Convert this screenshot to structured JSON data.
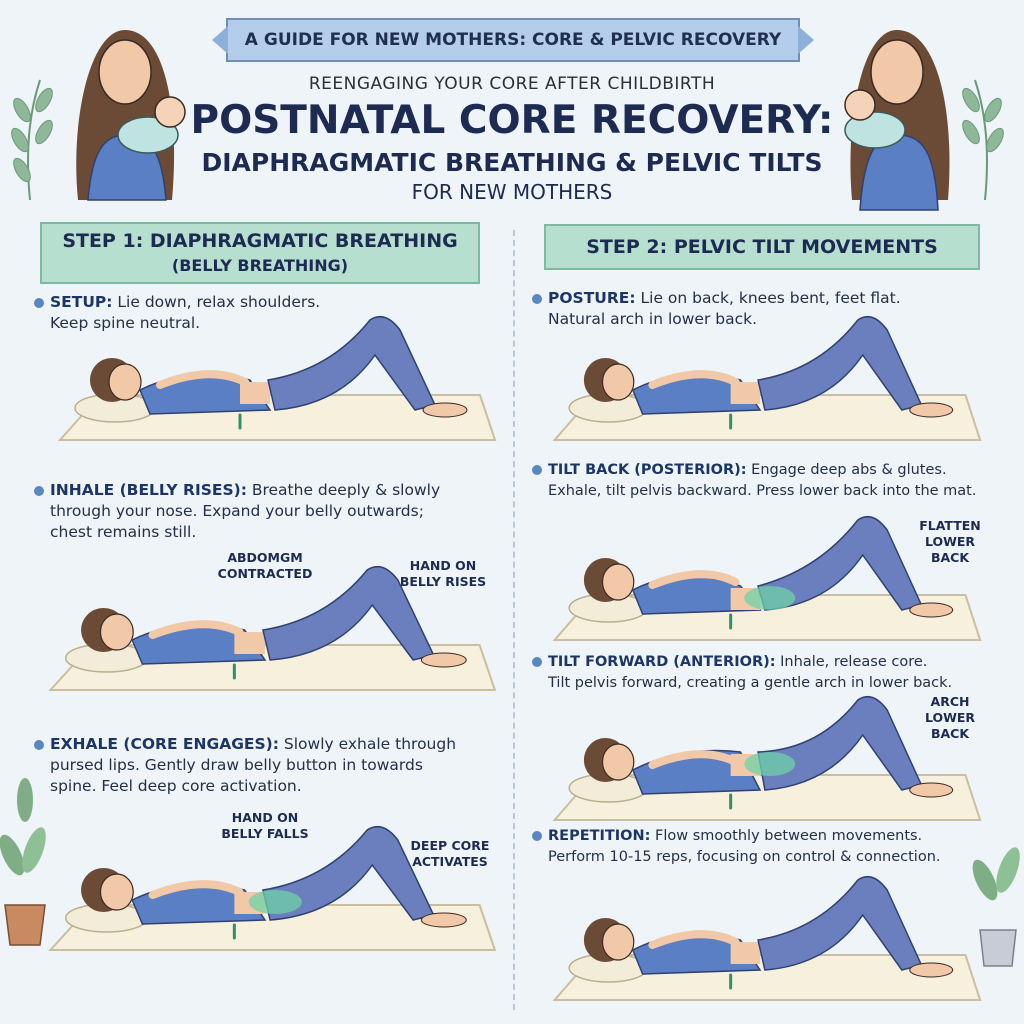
{
  "header": {
    "banner": "A GUIDE FOR NEW MOTHERS: CORE & PELVIC RECOVERY",
    "subheading": "REENGAGING YOUR CORE AFTER CHILDBIRTH",
    "title_line1": "POSTNATAL CORE RECOVERY:",
    "title_line2": "DIAPHRAGMATIC BREATHING & PELVIC TILTS",
    "title_line3": "FOR NEW MOTHERS"
  },
  "step1": {
    "title": "STEP 1: DIAPHRAGMATIC BREATHING",
    "subtitle": "(BELLY BREATHING)",
    "setup": {
      "label": "SETUP:",
      "text": "Lie down, relax shoulders.",
      "text2": "Keep spine neutral."
    },
    "inhale": {
      "label": "INHALE (BELLY RISES):",
      "text": "Breathe deeply & slowly",
      "text2": "through your nose. Expand your belly outwards;",
      "text3": "chest remains still."
    },
    "inhale_notes": {
      "left": "ABDOMGM\nCONTRACTED",
      "right": "HAND ON\nBELLY RISES"
    },
    "exhale": {
      "label": "EXHALE (CORE ENGAGES):",
      "text": "Slowly exhale through",
      "text2": "pursed lips. Gently draw belly button in towards",
      "text3": "spine. Feel deep core activation."
    },
    "exhale_notes": {
      "left": "HAND ON\nBELLY FALLS",
      "right": "DEEP CORE\nACTIVATES"
    }
  },
  "step2": {
    "title": "STEP 2: PELVIC TILT MOVEMENTS",
    "posture": {
      "label": "POSTURE:",
      "text": "Lie on back, knees bent, feet flat.",
      "text2": "Natural arch in lower back."
    },
    "tilt_back": {
      "label": "TILT BACK (POSTERIOR):",
      "text": "Engage deep abs & glutes.",
      "text2": "Exhale, tilt pelvis backward. Press lower back into the mat."
    },
    "tilt_back_note": "FLATTEN\nLOWER\nBACK",
    "tilt_forward": {
      "label": "TILT FORWARD (ANTERIOR):",
      "text": "Inhale, release core.",
      "text2": "Tilt pelvis forward, creating a gentle arch in lower back."
    },
    "tilt_forward_note": "ARCH\nLOWER\nBACK",
    "repetition": {
      "label": "REPETITION:",
      "text": "Flow smoothly between movements.",
      "text2": "Perform 10-15 reps, focusing on control & connection."
    }
  },
  "colors": {
    "banner": "#b4cdea",
    "step_banner": "#b7dfd0",
    "title": "#1d2a52",
    "body_top": "#5b7fc4",
    "leggings": "#6b7fbf",
    "mat": "#f6f0dc"
  },
  "icons": [
    "mother-holding-baby-illustration",
    "leaf-sprig-icon",
    "potted-plant-icon",
    "woman-lying-on-mat-illustration",
    "arrow-icon"
  ]
}
